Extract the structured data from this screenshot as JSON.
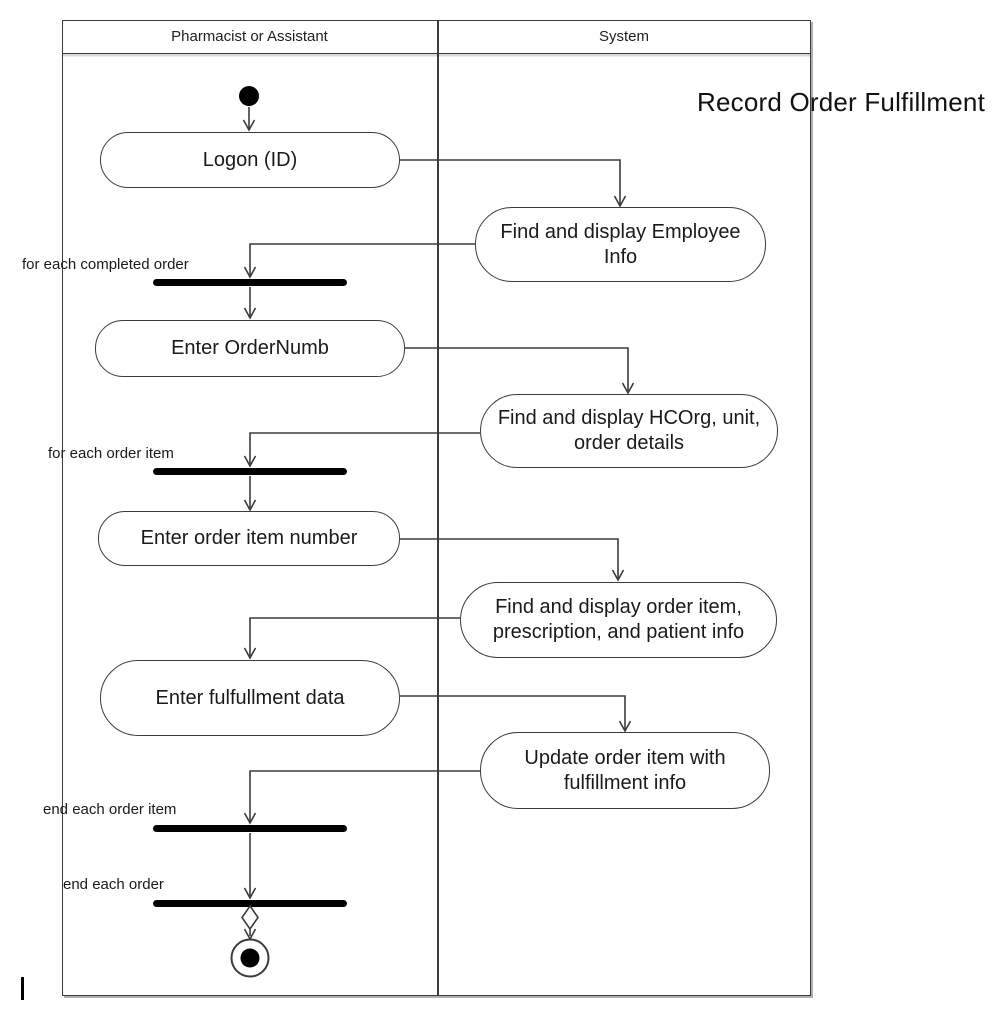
{
  "diagram": {
    "title": "Record Order Fulfillment",
    "type": "uml-activity-diagram",
    "lanes": [
      {
        "label": "Pharmacist or Assistant"
      },
      {
        "label": "System"
      }
    ],
    "activities": [
      {
        "id": "logon",
        "lane": "Pharmacist or Assistant",
        "label": "Logon (ID)"
      },
      {
        "id": "find-employee",
        "lane": "System",
        "label": "Find and display Employee\nInfo"
      },
      {
        "id": "enter-ordernumb",
        "lane": "Pharmacist or Assistant",
        "label": "Enter OrderNumb"
      },
      {
        "id": "find-hcorg",
        "lane": "System",
        "label": "Find and display HCOrg, unit,\norder details"
      },
      {
        "id": "enter-order-item-number",
        "lane": "Pharmacist or Assistant",
        "label": "Enter order item number"
      },
      {
        "id": "find-order-item",
        "lane": "System",
        "label": "Find and display order item,\nprescription, and patient info"
      },
      {
        "id": "enter-fulfillment",
        "lane": "Pharmacist or Assistant",
        "label": "Enter fulfullment data"
      },
      {
        "id": "update-order-item",
        "lane": "System",
        "label": "Update order item with\nfulfillment info"
      }
    ],
    "flow_labels": [
      {
        "id": "for-each-completed-order",
        "label": "for each completed order"
      },
      {
        "id": "for-each-order-item",
        "label": "for each order item"
      },
      {
        "id": "end-each-order-item",
        "label": "end each order item"
      },
      {
        "id": "end-each-order",
        "label": "end each order"
      }
    ],
    "colors": {
      "line": "#3c3c3c",
      "sync_bar": "#000000",
      "node_fill": "#ffffff",
      "text": "#1a1a1a",
      "background": "#ffffff"
    }
  }
}
